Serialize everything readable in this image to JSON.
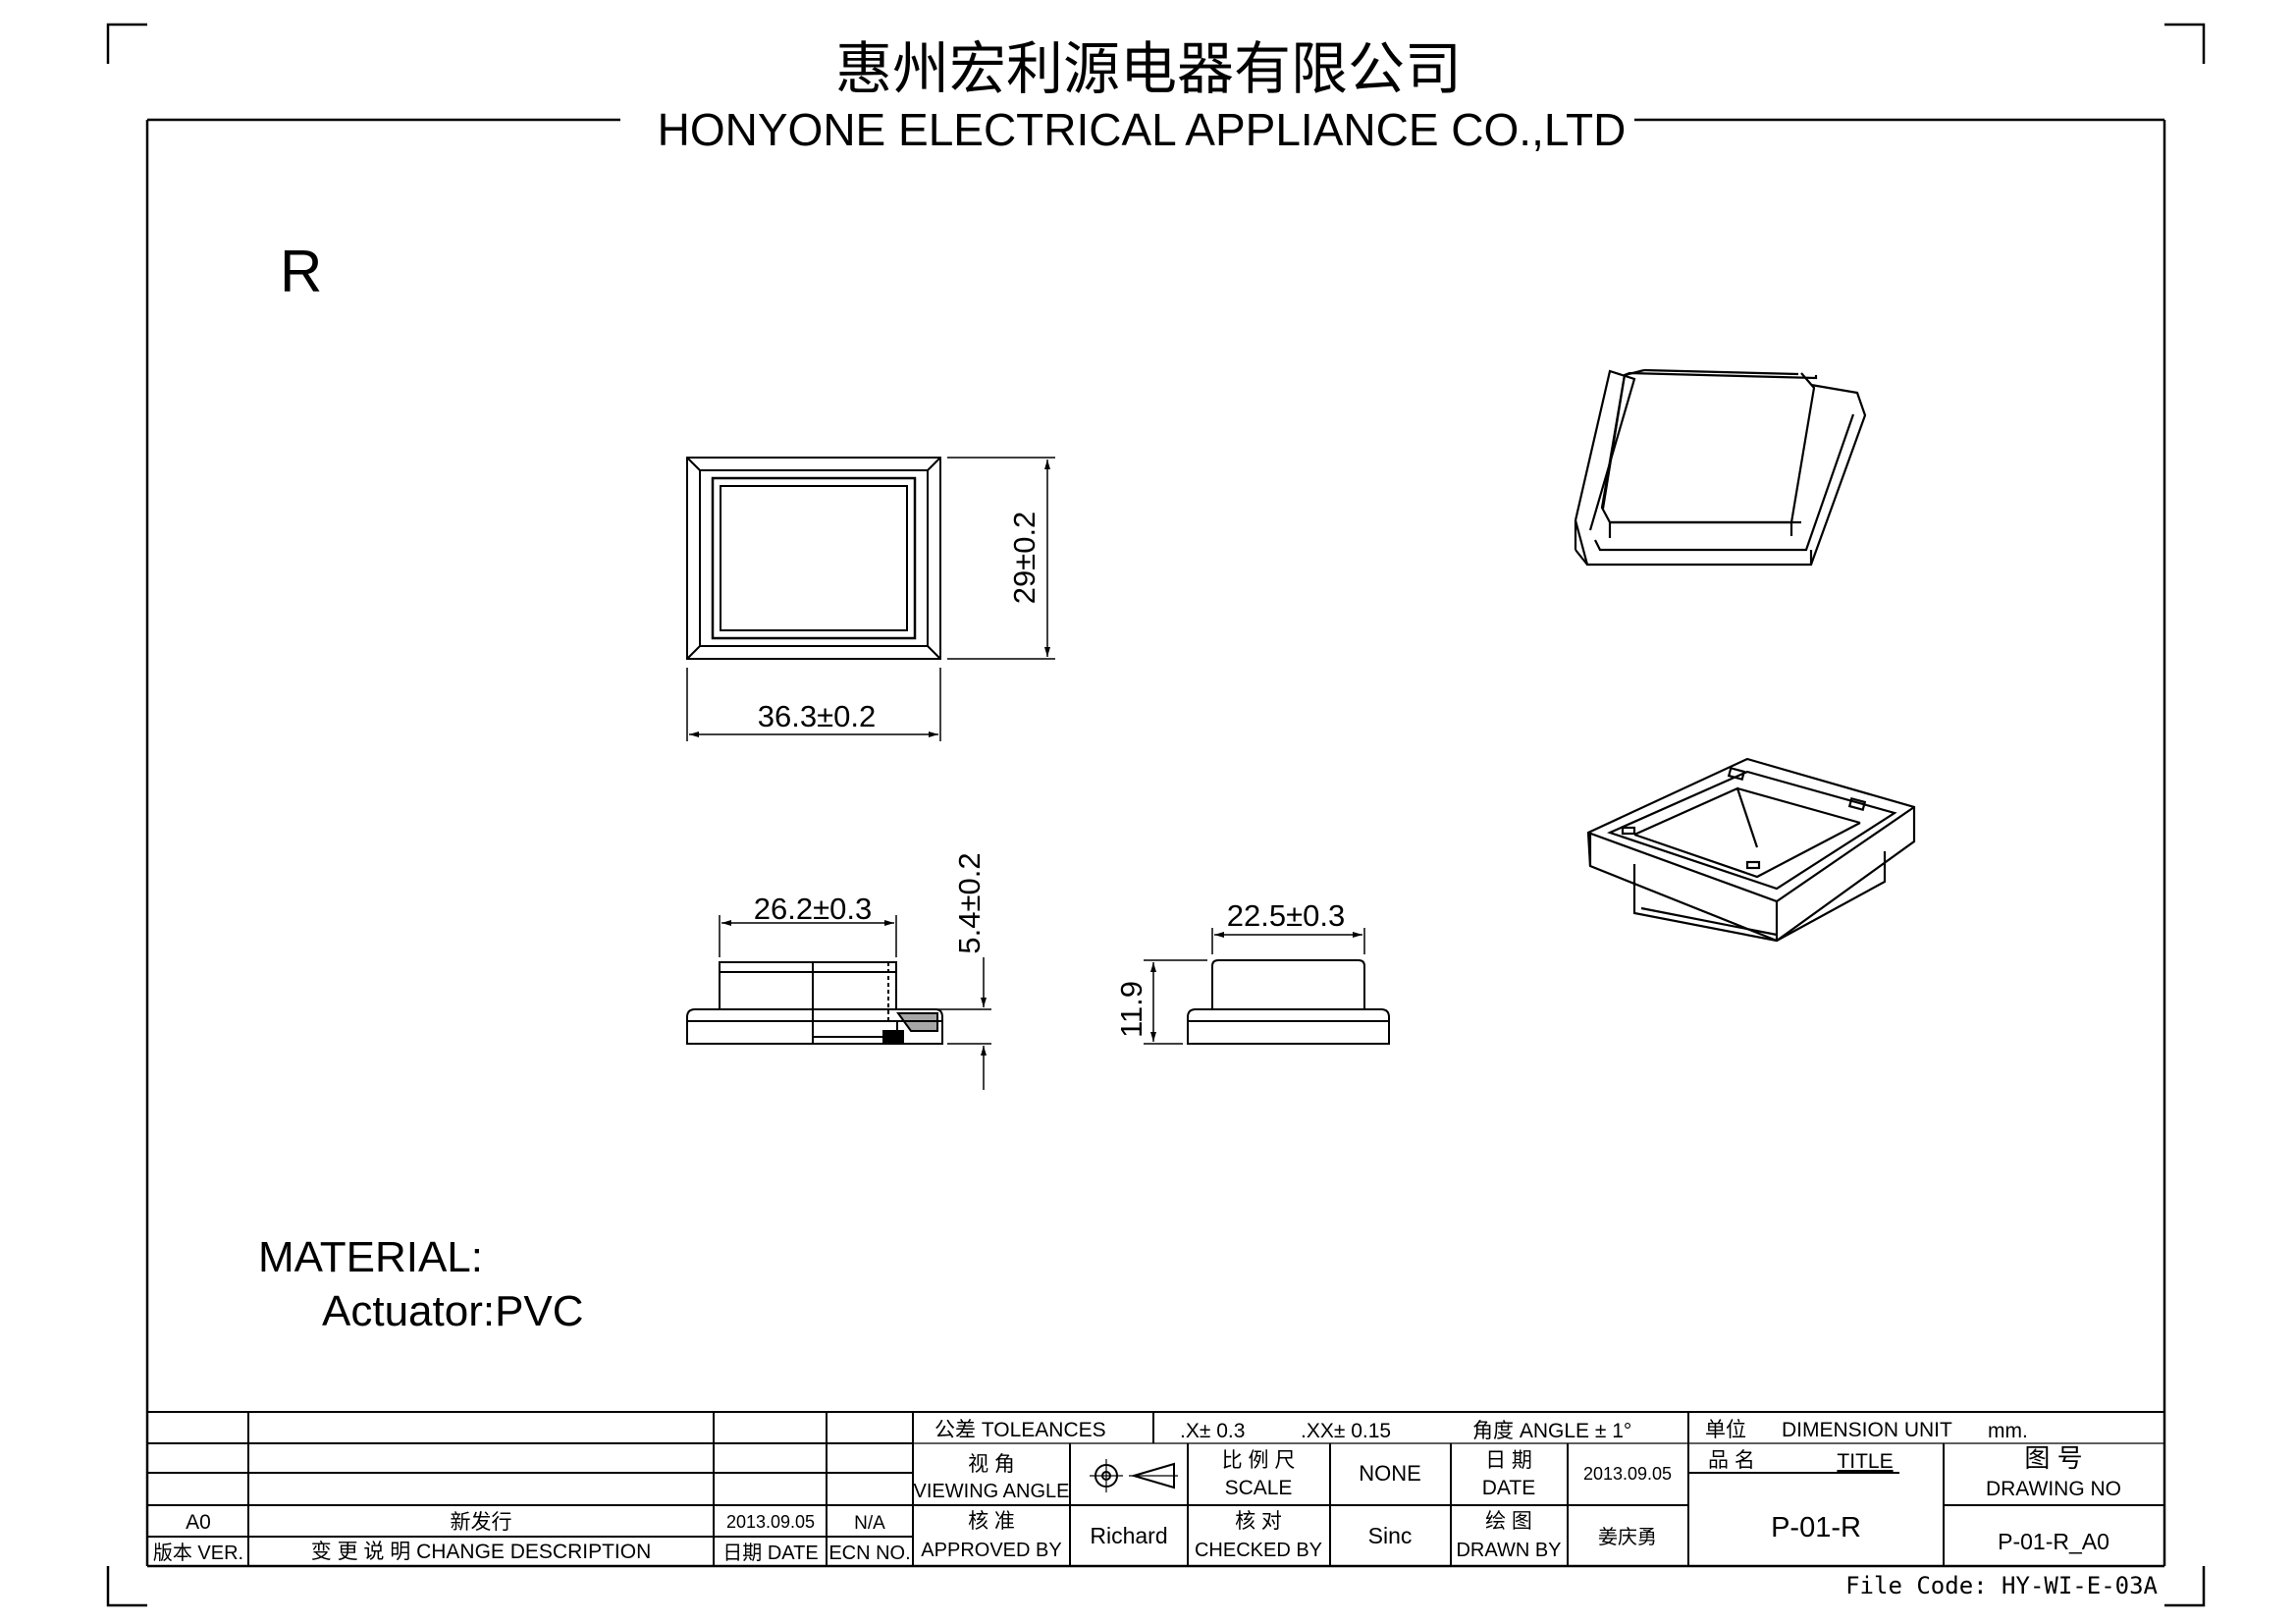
{
  "company": {
    "name_cn": "惠州宏利源电器有限公司",
    "name_en": "HONYONE ELECTRICAL APPLIANCE  CO.,LTD"
  },
  "drawing": {
    "variant_label": "R",
    "dimensions": {
      "top_width": "36.3±0.2",
      "top_height": "29±0.2",
      "side_top_width": "26.2±0.3",
      "side_height": "5.4±0.2",
      "front_top_width": "22.5±0.3",
      "front_height": "11.9"
    },
    "material": {
      "heading": "MATERIAL:",
      "actuator": "Actuator:PVC"
    }
  },
  "title_block": {
    "tolerances_label": "公差 TOLEANCES",
    "tol_x": ".X± 0.3",
    "tol_xx": ".XX± 0.15",
    "angle": "角度 ANGLE ± 1°",
    "unit_cn": "单位",
    "unit_en": "DIMENSION UNIT",
    "unit_value": "mm.",
    "viewing_angle_cn": "视 角",
    "viewing_angle_en": "VIEWING ANGLE",
    "scale_cn": "比 例 尺",
    "scale_en": "SCALE",
    "scale_value": "NONE",
    "date_cn": "日 期",
    "date_en": "DATE",
    "date_value": "2013.09.05",
    "part_name_cn": "品 名",
    "part_name_en": "TITLE",
    "title_value": "P-01-R",
    "drawing_no_cn": "图 号",
    "drawing_no_en": "DRAWING NO",
    "drawing_no_value": "P-01-R_A0",
    "approved_cn": "核 准",
    "approved_en": "APPROVED BY",
    "approved_value": "Richard",
    "checked_cn": "核 对",
    "checked_en": "CHECKED BY",
    "checked_value": "Sinc",
    "drawn_cn": "绘 图",
    "drawn_en": "DRAWN BY",
    "drawn_value": "姜庆勇",
    "revision": {
      "ver": "A0",
      "description": "新发行",
      "date": "2013.09.05",
      "ecn": "N/A"
    },
    "rev_headers": {
      "ver": "版本 VER.",
      "description": "变 更 说 明  CHANGE DESCRIPTION",
      "date": "日期 DATE",
      "ecn": "ECN NO."
    }
  },
  "file_code": "File Code: HY-WI-E-03A"
}
